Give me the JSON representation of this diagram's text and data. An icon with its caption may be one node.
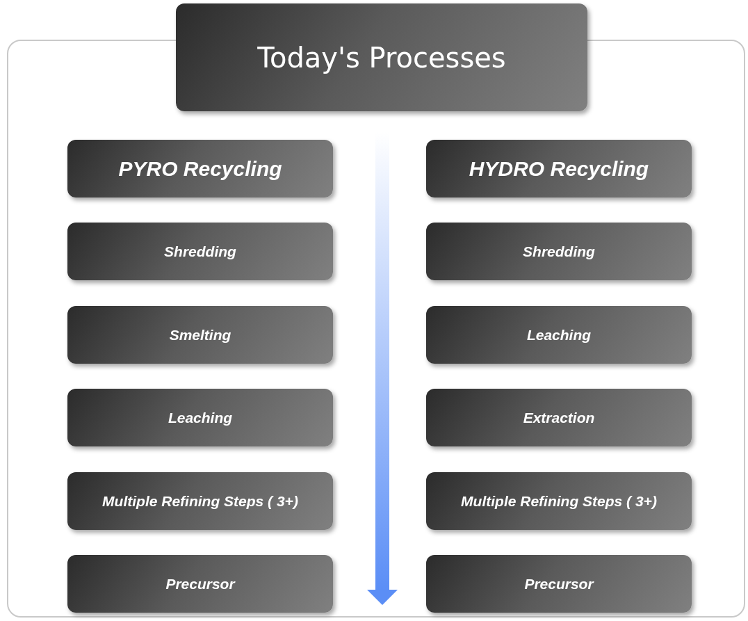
{
  "diagram": {
    "nodes": [
      {
        "text": [],
        "shape": "box"
      },
      {
        "text": [
          "Today's Processes"
        ]
      },
      {
        "text": [
          "PYRO Recycling"
        ],
        "in": 0
      },
      {
        "text": [
          "Shredding"
        ],
        "in": 0
      },
      {
        "text": [
          "Smelting"
        ],
        "in": 0
      },
      {
        "text": [
          "Leaching"
        ],
        "in": 0
      },
      {
        "text": [
          "Multiple Refining Steps ( 3+)"
        ],
        "in": 0
      },
      {
        "text": [
          "Precursor"
        ],
        "in": 0
      },
      {
        "text": [
          "HYDRO Recycling"
        ],
        "in": 0
      },
      {
        "text": [
          "Shredding"
        ],
        "in": 0
      },
      {
        "text": [
          "Leaching"
        ],
        "in": 0
      },
      {
        "text": [
          "Extraction"
        ],
        "in": 0
      },
      {
        "text": [
          "Multiple Refining Steps ( 3+)"
        ],
        "in": 0
      },
      {
        "text": [
          "Precursor"
        ],
        "in": 0
      }
    ]
  }
}
